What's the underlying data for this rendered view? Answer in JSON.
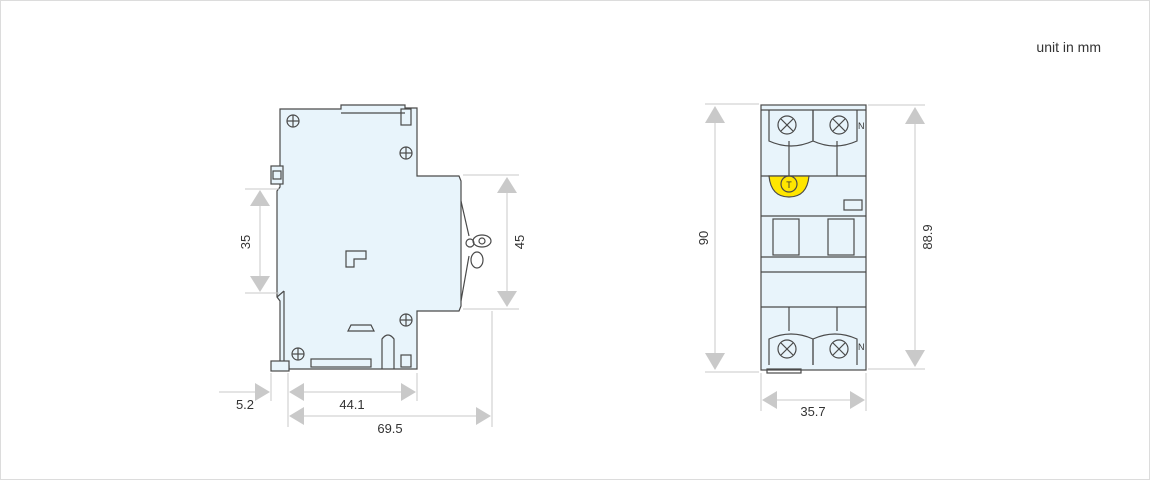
{
  "unit_note": "unit in mm",
  "side_view": {
    "dims": {
      "height_35": "35",
      "height_45": "45",
      "depth_5_2": "5.2",
      "depth_44_1": "44.1",
      "depth_69_5": "69.5"
    },
    "test_button_label": ""
  },
  "front_view": {
    "dims": {
      "height_90": "90",
      "height_88_9": "88.9",
      "width_35_7": "35.7"
    },
    "terminal_top_label": "N",
    "terminal_bottom_label": "N",
    "test_button_label": "T"
  },
  "colors": {
    "body": "#e8f4fb",
    "dimension": "#c9c9c9",
    "outline": "#4a4a4a",
    "test_button": "#ffe600"
  }
}
